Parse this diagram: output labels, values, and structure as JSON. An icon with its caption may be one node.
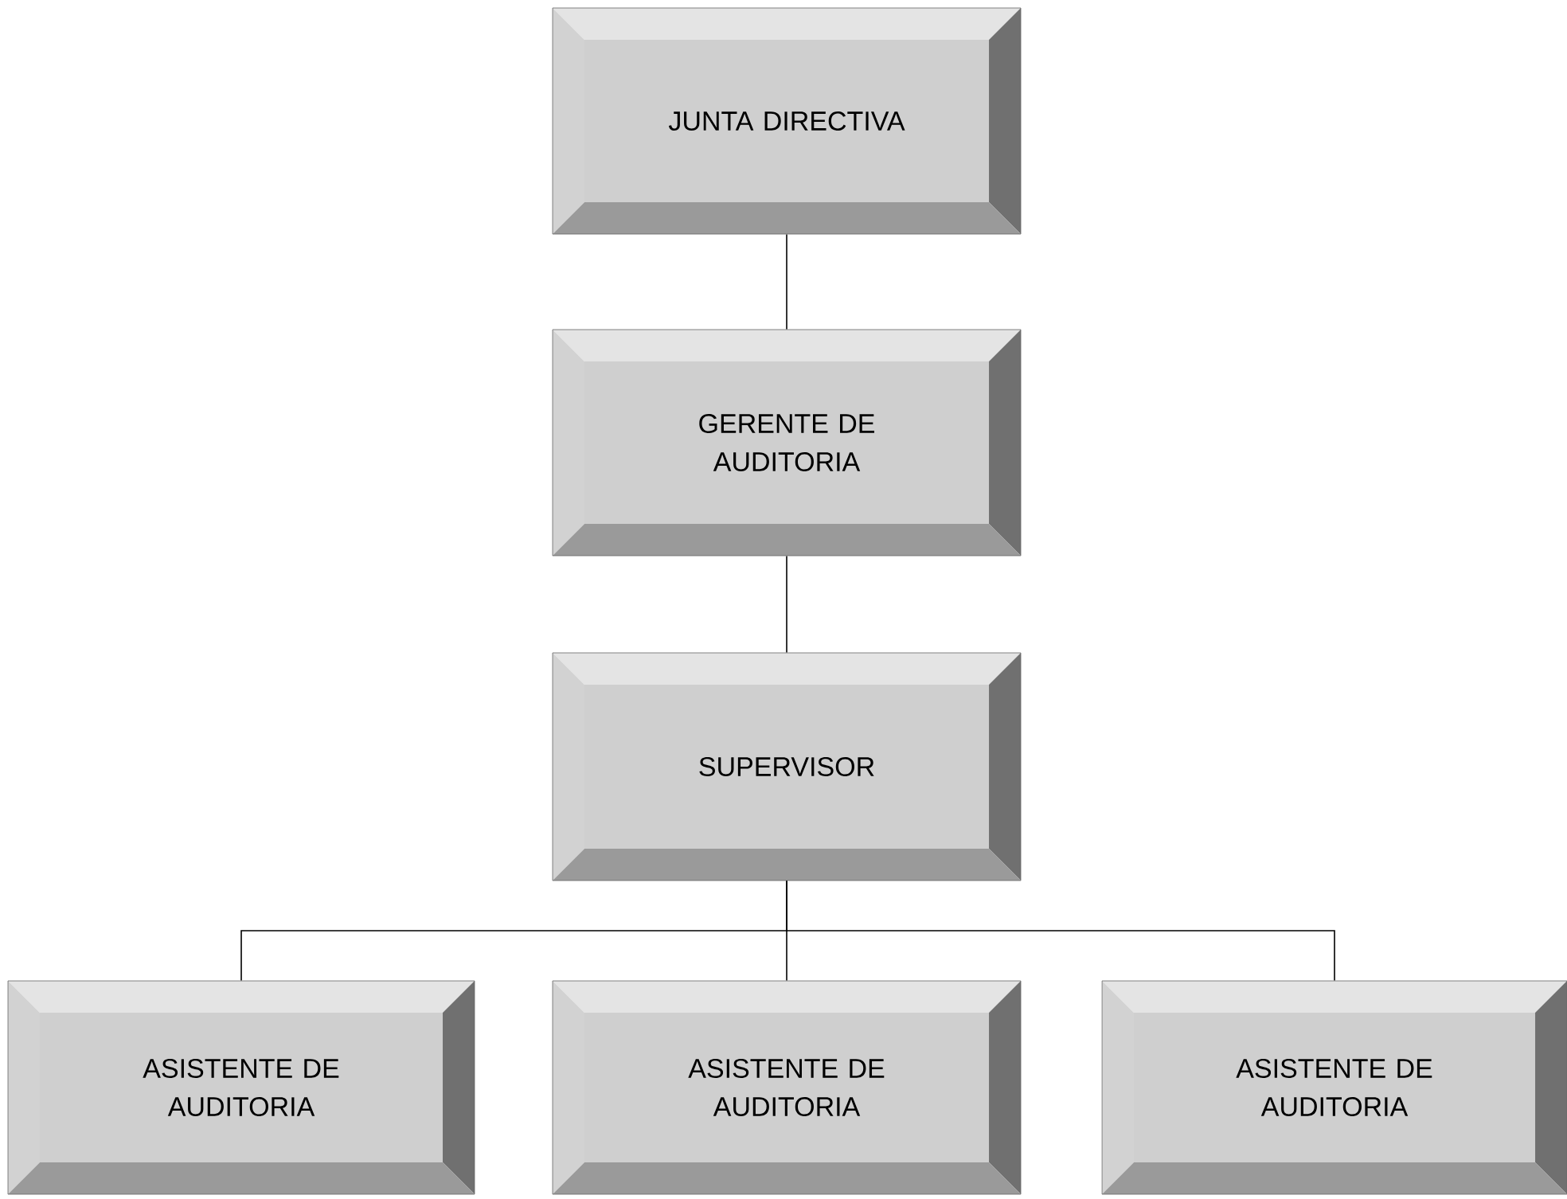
{
  "diagram": {
    "nodes": [
      {
        "text": [
          "JUNTA DIRECTIVA"
        ]
      },
      {
        "text": [
          "GERENTE DE AUDITORIA"
        ]
      },
      {
        "text": [
          "SUPERVISOR"
        ]
      },
      {
        "text": [
          "ASISTENTE DE AUDITORIA"
        ]
      },
      {
        "text": [
          "ASISTENTE DE AUDITORIA"
        ]
      },
      {
        "text": [
          "ASISTENTE DE AUDITORIA"
        ]
      }
    ],
    "edges": [
      {
        "from": 0,
        "to": 1,
        "arrow": "none"
      },
      {
        "from": 1,
        "to": 2,
        "arrow": "none"
      },
      {
        "from": 2,
        "to": 3,
        "arrow": "none"
      },
      {
        "from": 2,
        "to": 4,
        "arrow": "none"
      },
      {
        "from": 2,
        "to": 5,
        "arrow": "none"
      }
    ]
  }
}
